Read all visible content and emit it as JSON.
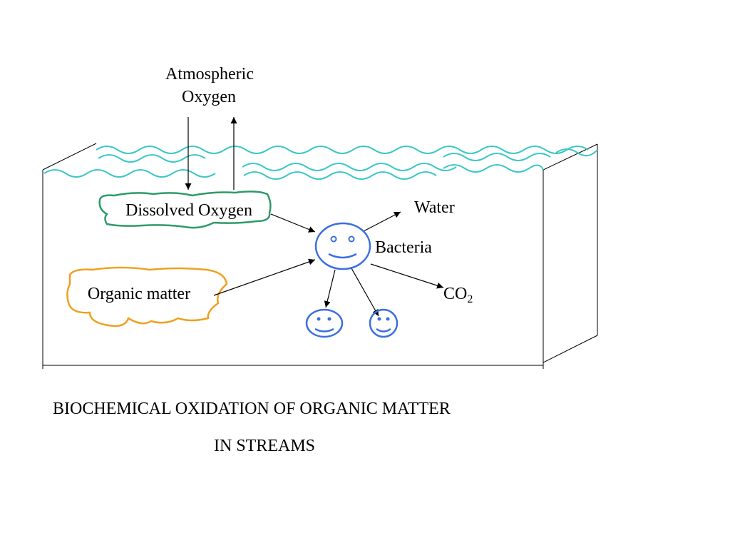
{
  "labels": {
    "atmospheric_line1": "Atmospheric",
    "atmospheric_line2": "Oxygen",
    "dissolved_oxygen": "Dissolved Oxygen",
    "organic_matter": "Organic matter",
    "water": "Water",
    "bacteria": "Bacteria",
    "co2_main": "CO",
    "co2_sub": "2"
  },
  "title": {
    "line1": "BIOCHEMICAL OXIDATION OF ORGANIC MATTER",
    "line2": "IN STREAMS"
  },
  "colors": {
    "water_waves": "#3cc7c7",
    "dissolved_oxygen_outline": "#2e9a6a",
    "organic_matter_outline": "#f0a020",
    "bacteria": "#3a6fe0",
    "lines": "#000000"
  }
}
